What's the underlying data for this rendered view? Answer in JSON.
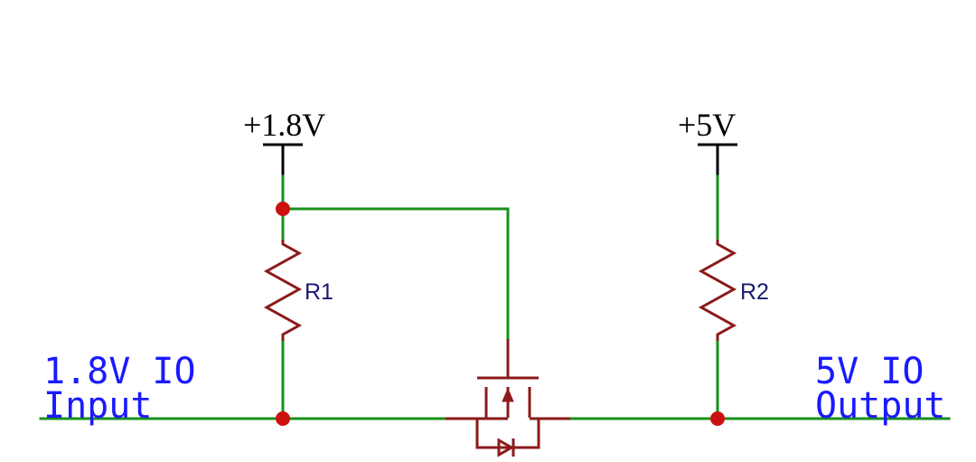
{
  "rails": {
    "low_supply": "+1.8V",
    "high_supply": "+5V"
  },
  "components": {
    "r1_ref": "R1",
    "r2_ref": "R2"
  },
  "nets": {
    "input_line1": "1.8V IO",
    "input_line2": "Input",
    "output_line1": "5V IO",
    "output_line2": "Output"
  },
  "colors": {
    "wire": "#1a8f1a",
    "component": "#8b1a1a",
    "junction": "#cc1111",
    "net_label": "#1a1aff",
    "ref_label": "#1a1a6e",
    "rail": "#000000"
  }
}
